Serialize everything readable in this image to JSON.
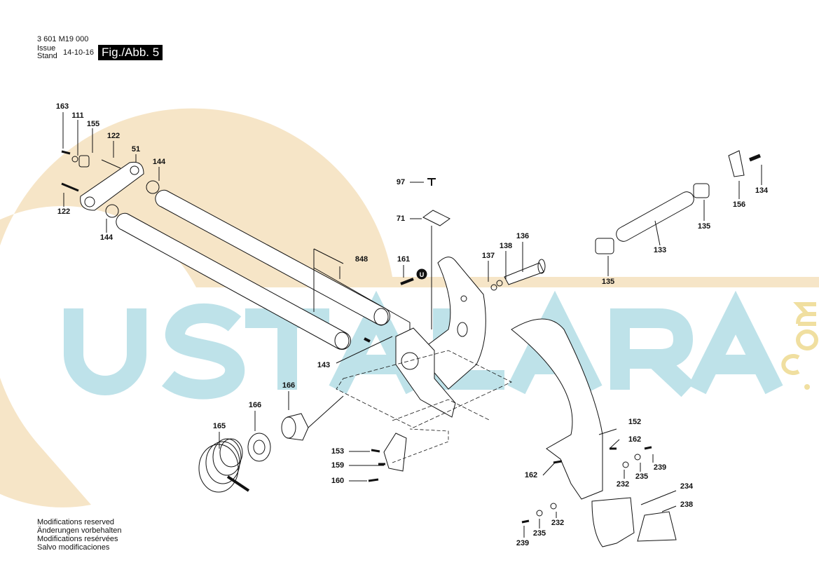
{
  "header": {
    "part_number": "3 601 M19 000",
    "issue_label": "Issue",
    "stand_label": "Stand",
    "date": "14-10-16",
    "figure": "Fig./Abb. 5"
  },
  "footer": {
    "lines": [
      "Modifications reserved",
      "Änderungen vorbehalten",
      "Modifications resérvées",
      "Salvo modificaciones"
    ]
  },
  "watermark": {
    "text": "USTALARA",
    "suffix": ".com",
    "ring_color": "#f3dcb4",
    "text_color": "#b3dde6"
  },
  "callouts": [
    "163",
    "111",
    "155",
    "122",
    "51",
    "144",
    "122",
    "144",
    "97",
    "71",
    "848",
    "161",
    "U",
    "137",
    "138",
    "136",
    "143",
    "166",
    "166",
    "165",
    "153",
    "159",
    "160",
    "152",
    "162",
    "162",
    "239",
    "232",
    "235",
    "234",
    "238",
    "232",
    "235",
    "239",
    "156",
    "134",
    "135",
    "133",
    "135"
  ]
}
